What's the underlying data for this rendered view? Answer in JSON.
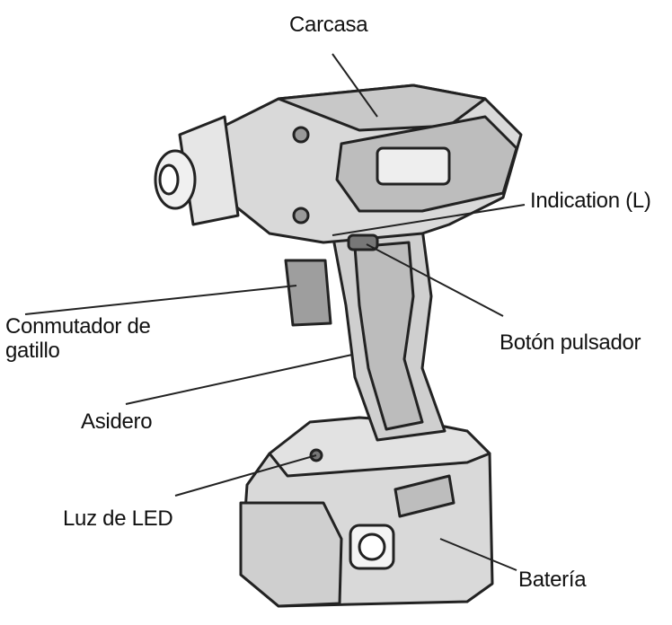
{
  "labels": {
    "housing": "Carcasa",
    "indication": "Indication (L)",
    "push_button": "Botón pulsador",
    "trigger_line1": "Conmutador de",
    "trigger_line2": "gatillo",
    "grip": "Asidero",
    "led": "Luz de LED",
    "battery": "Batería"
  }
}
